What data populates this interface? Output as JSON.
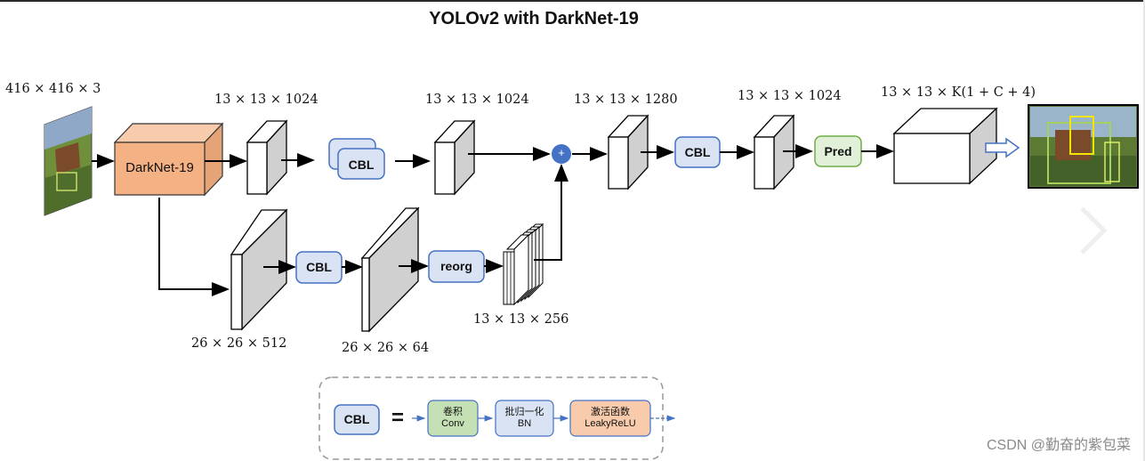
{
  "title": "YOLOv2 with DarkNet-19",
  "dims": {
    "input": "416 × 416 × 3",
    "d1": "13 × 13 × 1024",
    "d2": "13 × 13 × 1024",
    "d3": "13 × 13 × 1280",
    "d4": "13 × 13 × 1024",
    "d5": "13 × 13 × K(1 + C + 4)",
    "d6": "26 × 26 × 512",
    "d7": "26 × 26 × 64",
    "d8": "13 × 13 × 256"
  },
  "blocks": {
    "darknet": "DarkNet-19",
    "cbl": "CBL",
    "pred": "Pred",
    "reorg": "reorg",
    "concat_symbol": "+"
  },
  "legend": {
    "cbl": "CBL",
    "equals": "=",
    "conv_cn": "卷积",
    "conv_en": "Conv",
    "bn_cn": "批归一化",
    "bn_en": "BN",
    "act_cn": "激活函数",
    "act_en": "LeakyReLU"
  },
  "watermark": "CSDN @勤奋的紫包菜",
  "colors": {
    "darknet_fill": "#f4b183",
    "cbl_fill": "#dae3f3",
    "cbl_stroke": "#4472c4",
    "pred_fill": "#e2f0d9",
    "pred_stroke": "#70ad47",
    "conv_fill": "#c5e0b4",
    "act_fill": "#f8cbad",
    "concat_fill": "#4472c4",
    "tensor_side": "#d0d0d0"
  }
}
